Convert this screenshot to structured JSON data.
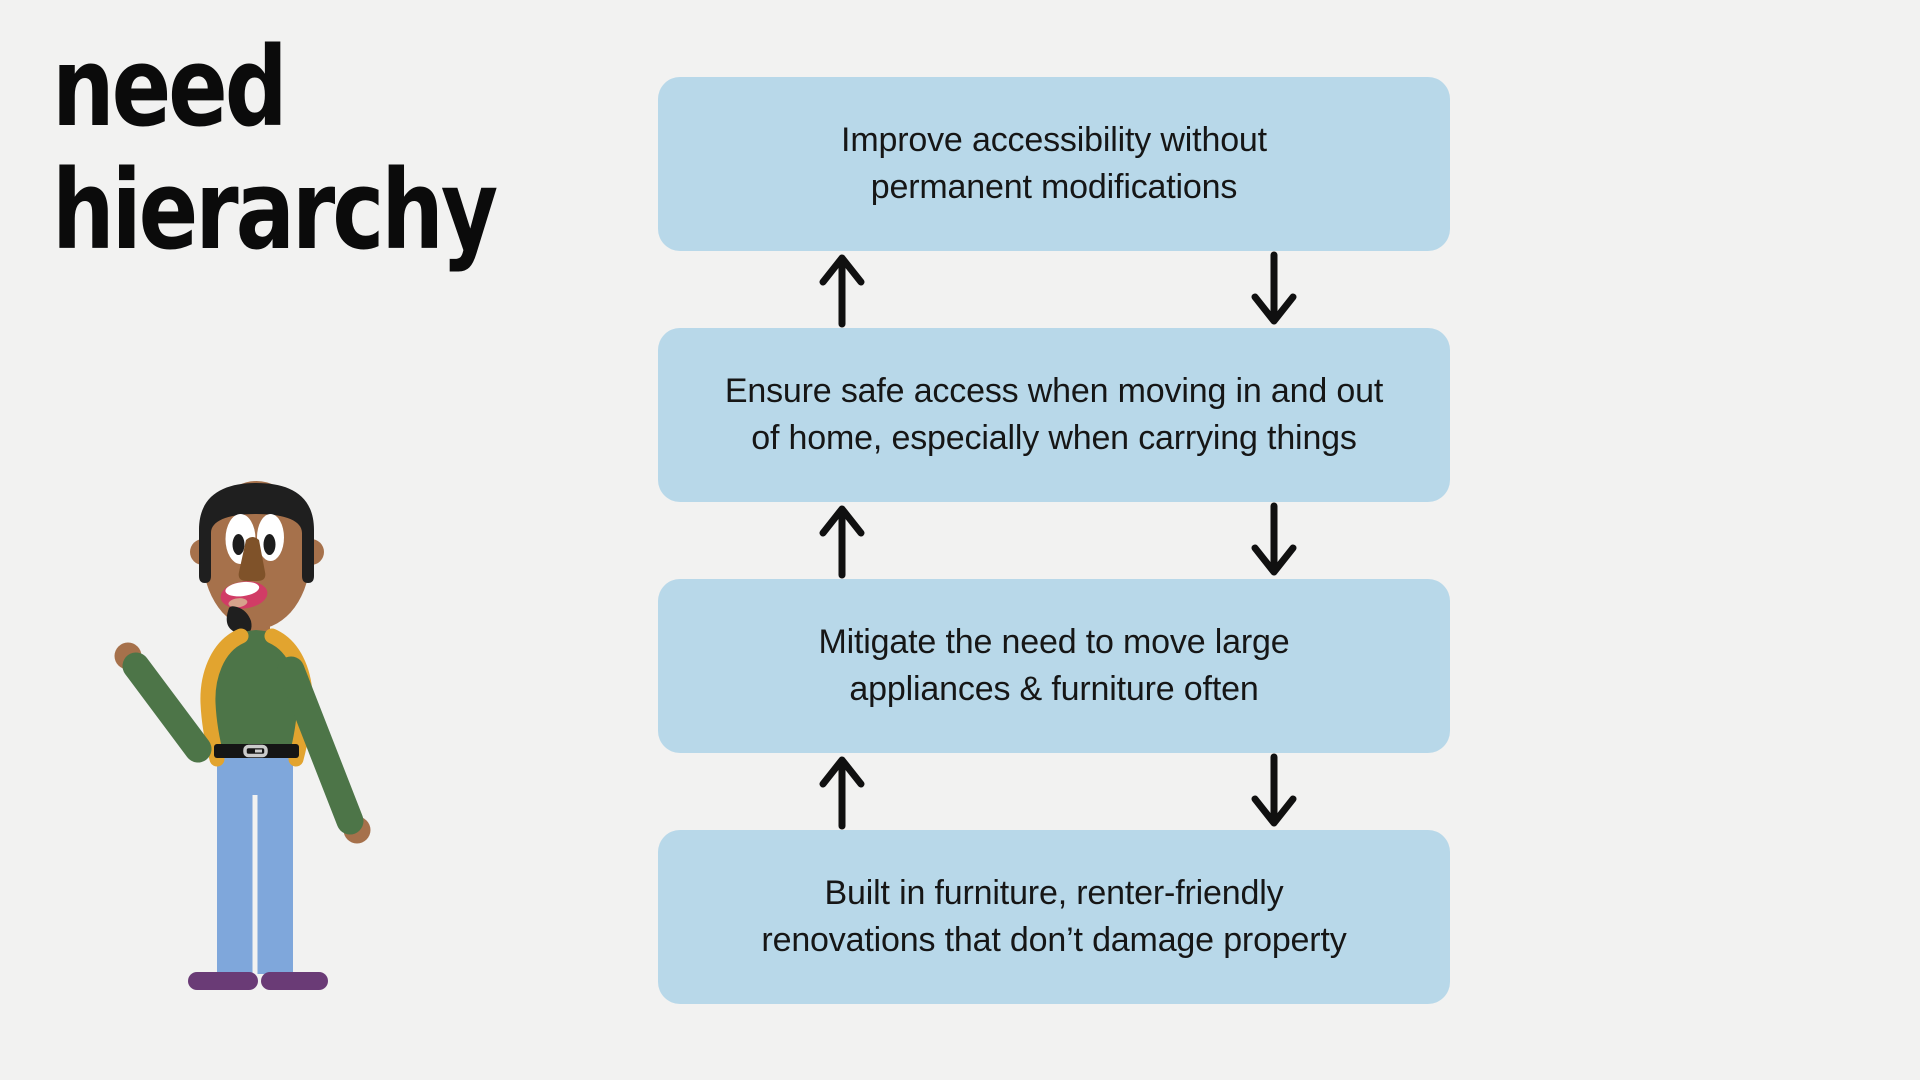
{
  "page": {
    "background": "#f2f2f1"
  },
  "title": {
    "text": "need\nhierarchy",
    "color": "#0b0b0b"
  },
  "flow": {
    "box_color": "#b8d8e9",
    "text_color": "#161616",
    "arrow_color": "#101010",
    "boxes": [
      {
        "label": "Improve accessibility without\npermanent modifications"
      },
      {
        "label": "Ensure safe access when moving in and out\nof home, especially when carrying things"
      },
      {
        "label": "Mitigate the need to move large\nappliances & furniture often"
      },
      {
        "label": "Built in furniture, renter-friendly\nrenovations that don’t damage property"
      }
    ]
  },
  "illustration": {
    "name": "waving-man",
    "colors": {
      "skin": "#a6714b",
      "skin_dark": "#7f5229",
      "hair": "#1f1f1f",
      "eye_white": "#ffffff",
      "sweater_green": "#4d7548",
      "vest_yellow": "#e2a42f",
      "jeans_blue": "#7fa7db",
      "shoe_purple": "#6a3b76",
      "belt_black": "#151515",
      "buckle_silver": "#cbcbcb",
      "mouth_red": "#d13c66",
      "tongue_tan": "#d6a28c"
    }
  }
}
